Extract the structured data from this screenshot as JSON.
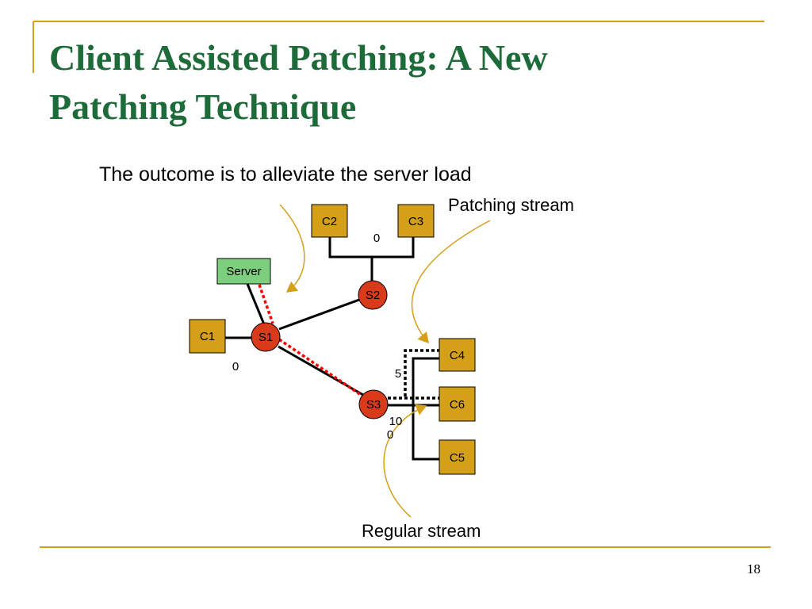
{
  "slide": {
    "title_line1": "Client Assisted Patching: A New",
    "title_line2": "Patching Technique",
    "subtitle": "The outcome is to alleviate the server load",
    "page_number": "18",
    "colors": {
      "title": "#1e6b3a",
      "rule": "#d4a017",
      "client_fill": "#d4a017",
      "server_fill": "#7ccf7c",
      "switch_fill": "#d93a1a",
      "patching_line": "#ff0000",
      "arrow": "#d4a017"
    }
  },
  "diagram": {
    "nodes": {
      "server": "Server",
      "s1": "S1",
      "s2": "S2",
      "s3": "S3",
      "c1": "C1",
      "c2": "C2",
      "c3": "C3",
      "c4": "C4",
      "c5": "C5",
      "c6": "C6"
    },
    "labels": {
      "c2c3_offset": "0",
      "c1_offset": "0",
      "c4_offset": "5",
      "c6_offset": "10",
      "c5_offset": "0"
    },
    "callouts": {
      "patching": "Patching stream",
      "regular": "Regular stream"
    }
  }
}
